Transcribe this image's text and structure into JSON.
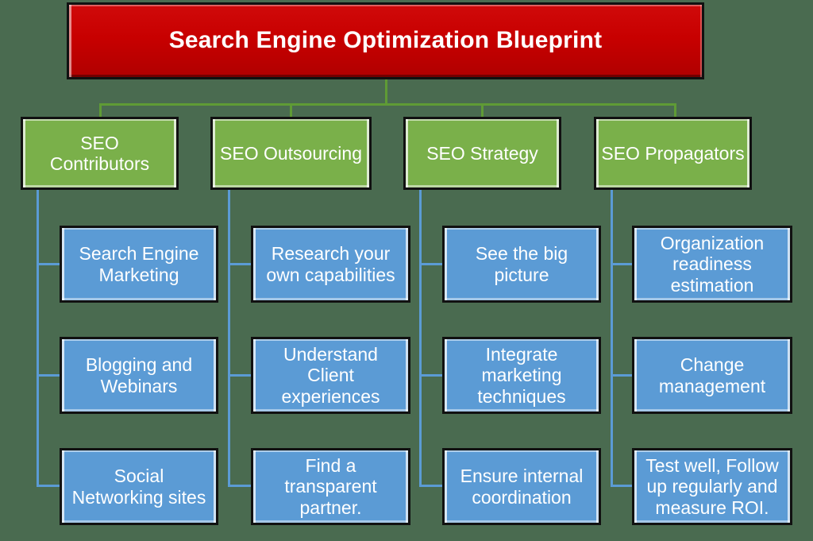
{
  "diagram": {
    "type": "organizational-tree",
    "background_color": "#4a6b50",
    "root": {
      "label": "Search Engine Optimization Blueprint",
      "fill_color": "#c80000",
      "text_color": "#ffffff"
    },
    "branch_color": "#5f9b35",
    "leaf_link_color": "#5b9bd5",
    "branches": [
      {
        "label": "SEO\nContributors",
        "fill_color": "#7ab04a",
        "leaves": [
          {
            "label": "Search Engine\nMarketing",
            "fill_color": "#5b9bd5"
          },
          {
            "label": "Blogging and\nWebinars",
            "fill_color": "#5b9bd5"
          },
          {
            "label": "Social\nNetworking sites",
            "fill_color": "#5b9bd5"
          }
        ]
      },
      {
        "label": "SEO Outsourcing",
        "fill_color": "#7ab04a",
        "leaves": [
          {
            "label": "Research your\nown capabilities",
            "fill_color": "#5b9bd5"
          },
          {
            "label": "Understand\nClient\nexperiences",
            "fill_color": "#5b9bd5"
          },
          {
            "label": "Find a\ntransparent\npartner.",
            "fill_color": "#5b9bd5"
          }
        ]
      },
      {
        "label": "SEO Strategy",
        "fill_color": "#7ab04a",
        "leaves": [
          {
            "label": "See the big\npicture",
            "fill_color": "#5b9bd5"
          },
          {
            "label": "Integrate\nmarketing\ntechniques",
            "fill_color": "#5b9bd5"
          },
          {
            "label": "Ensure internal\ncoordination",
            "fill_color": "#5b9bd5"
          }
        ]
      },
      {
        "label": "SEO Propagators",
        "fill_color": "#7ab04a",
        "leaves": [
          {
            "label": "Organization\nreadiness\nestimation",
            "fill_color": "#5b9bd5"
          },
          {
            "label": "Change\nmanagement",
            "fill_color": "#5b9bd5"
          },
          {
            "label": "Test well, Follow\nup regularly and\nmeasure ROI.",
            "fill_color": "#5b9bd5"
          }
        ]
      }
    ]
  }
}
